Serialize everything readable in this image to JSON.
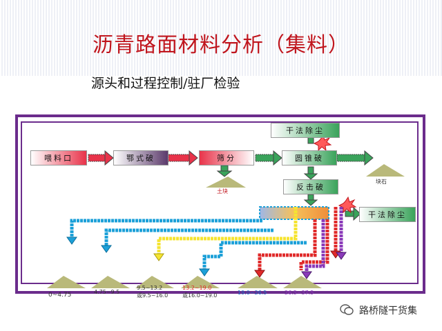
{
  "title": "沥青路面材料分析（集料）",
  "subtitle": "源头和过程控制/驻厂检验",
  "nodes": {
    "feed": "喂料口",
    "jaw": "鄂式破",
    "screen": "筛分",
    "cone": "圆锥破",
    "dust_top": "干法除尘",
    "impact": "反击破",
    "dust_right": "干法除尘"
  },
  "waste": {
    "soil": "土块",
    "stone": "块石"
  },
  "products": [
    {
      "line1": "0~4.75",
      "line2": ""
    },
    {
      "line1": "4.75~9.5",
      "line2": ""
    },
    {
      "line1": "9.5~13.2",
      "line2": "或9.5~16.0"
    },
    {
      "line1": "13.2~19.0",
      "line2": "或16.0~19.0"
    },
    {
      "line1": "19.0~26.5",
      "line2": ""
    },
    {
      "line1": "26.5~37.5",
      "line2": ""
    }
  ],
  "watermark": "路桥隧干货集",
  "colors": {
    "title": "#c0151d",
    "frame": "#6b2c8c",
    "box_red": "#e8334a",
    "box_green": "#3aa35b",
    "flow_blue": "#1ca0d8",
    "flow_yellow": "#f5e431",
    "flow_red": "#e02a2a",
    "flow_purple": "#8a3ab9"
  }
}
